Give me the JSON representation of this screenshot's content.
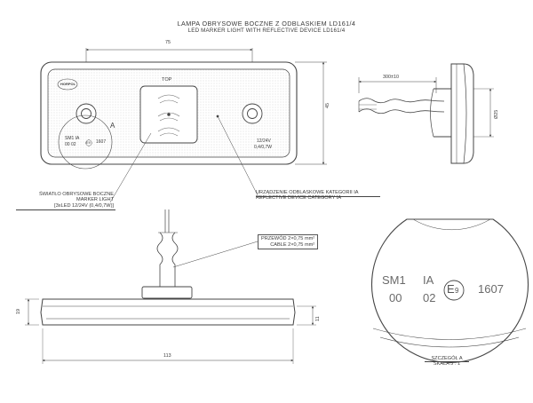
{
  "header": {
    "title_pl": "LAMPA OBRYSOWE BOCZNE Z ODBLASKIEM LD161/4",
    "title_en": "LED MARKER LIGHT WITH REFLECTIVE DEVICE LD161/4"
  },
  "front_view": {
    "dim_width": "75",
    "dim_height": "45",
    "top_label": "TOP",
    "brand_logo": "HORPOL",
    "detail_marker": "A",
    "marking_line1": "SM1  IA",
    "marking_line2": "00   02",
    "marking_e": "E9",
    "marking_number": "1607",
    "voltage_line1": "12/24V",
    "voltage_line2": "0,4/0,7W"
  },
  "callout_light": {
    "line1": "ŚWIATŁO OBRYSOWE BOCZNE",
    "line2": "MARKER LIGHT",
    "line3": "[3xLED 12/24V (0,4/0,7W)]"
  },
  "callout_reflector": {
    "line1": "URZĄDZENIE ODBLASKOWE KATEGORII IA",
    "line2": "REFLECTIVE DEVICE CATEGORY IA"
  },
  "side_view": {
    "dim_cable": "300±10",
    "dim_diameter": "Ø25"
  },
  "bottom_view": {
    "cable_line1": "PRZEWÓD 2×0,75 mm²",
    "cable_line2": "CABLE 2×0,75 mm²",
    "dim_left": "19",
    "dim_right": "11",
    "dim_length": "113"
  },
  "detail_view": {
    "text_sm1": "SM1",
    "text_ia": "IA",
    "text_00": "00",
    "text_02": "02",
    "text_e": "E",
    "text_e_num": "9",
    "text_1607": "1607",
    "caption_line1": "SZCZEGÓŁ A",
    "caption_line2": "SKALA 5 : 1"
  },
  "colors": {
    "line": "#444444",
    "light_line": "#8a8a8a",
    "dot_fill": "#d9d9d9",
    "text": "#3a3a3a"
  }
}
